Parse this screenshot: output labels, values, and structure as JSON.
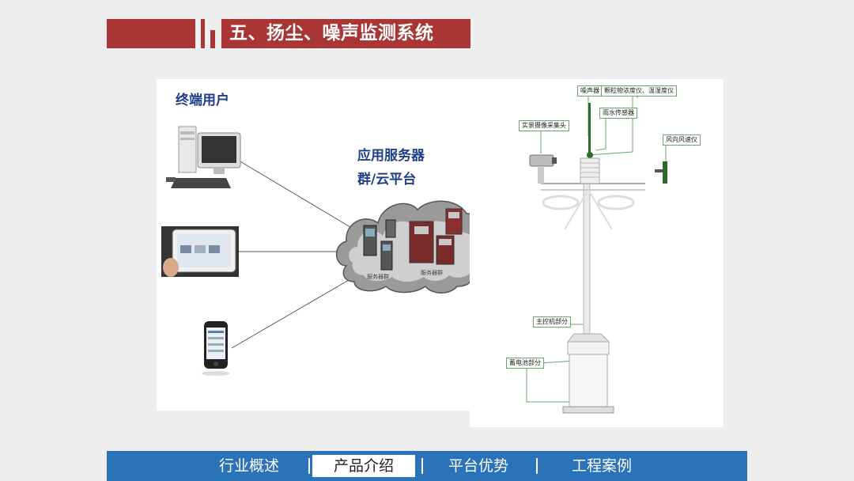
{
  "title": "五、扬尘、噪声监测系统",
  "left_diagram": {
    "users_label": "终端用户",
    "servers_label_line1": "应用服务器",
    "servers_label_line2": "群/云平台",
    "server_small_1": "服务器群",
    "server_small_2": "服务器群"
  },
  "right_diagram": {
    "labels": {
      "noise": "噪声器",
      "particle": "颗粒物浓度仪、温湿度仪",
      "camera": "实景摄像采集头",
      "rain": "雨水传感器",
      "wind": "风向风速仪",
      "host": "主控机部分",
      "battery": "蓄电池部分"
    }
  },
  "nav": {
    "items": [
      "行业概述",
      "产品介绍",
      "平台优势",
      "工程案例"
    ],
    "active_index": 1
  },
  "colors": {
    "title_red": "#a93535",
    "nav_blue": "#2a73b8",
    "label_blue": "#1f3f8a"
  }
}
